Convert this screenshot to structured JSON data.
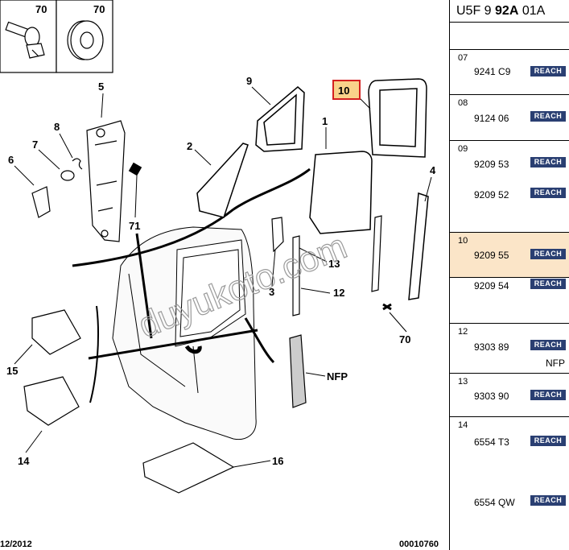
{
  "header": {
    "prefix": "U5F 9 ",
    "bold": "92A",
    "suffix": " 01A"
  },
  "inset_labels": [
    "70",
    "70"
  ],
  "callouts": {
    "c9": "9",
    "c10": "10",
    "c5": "5",
    "c1": "1",
    "c8": "8",
    "c7": "7",
    "c2": "2",
    "c6": "6",
    "c4": "4",
    "c71": "71",
    "c13": "13",
    "c3": "3",
    "c12": "12",
    "c70": "70",
    "c15": "15",
    "cNFP": "NFP",
    "c14": "14",
    "c16": "16"
  },
  "footer": {
    "left": "12/2012",
    "right": "00010760"
  },
  "watermark": "duyukoto.com",
  "rows": [
    {
      "index": "07",
      "refs": [
        {
          "code": "9241 C9",
          "badge": "REACH"
        }
      ]
    },
    {
      "index": "08",
      "refs": [
        {
          "code": "9124 06",
          "badge": "REACH"
        }
      ]
    },
    {
      "index": "09",
      "refs": [
        {
          "code": "9209 53",
          "badge": "REACH"
        },
        {
          "code": "9209 52",
          "badge": "REACH"
        }
      ]
    },
    {
      "index": "10",
      "selected": true,
      "refs": [
        {
          "code": "9209 55",
          "badge": "REACH"
        },
        {
          "code": "9209 54",
          "badge": "REACH"
        }
      ]
    },
    {
      "index": "12",
      "refs": [
        {
          "code": "9303 89",
          "badge": "REACH"
        }
      ],
      "note": "NFP"
    },
    {
      "index": "13",
      "refs": [
        {
          "code": "9303 90",
          "badge": "REACH"
        }
      ]
    },
    {
      "index": "14",
      "refs": [
        {
          "code": "6554 T3",
          "badge": "REACH"
        },
        {
          "code": "6554 QW",
          "badge": "REACH"
        }
      ]
    }
  ],
  "colors": {
    "badge": "#2a3f72",
    "selected_row": "#fbe5c8",
    "highlight_box": "#d42020",
    "highlight_fill": "#f9d28a"
  }
}
